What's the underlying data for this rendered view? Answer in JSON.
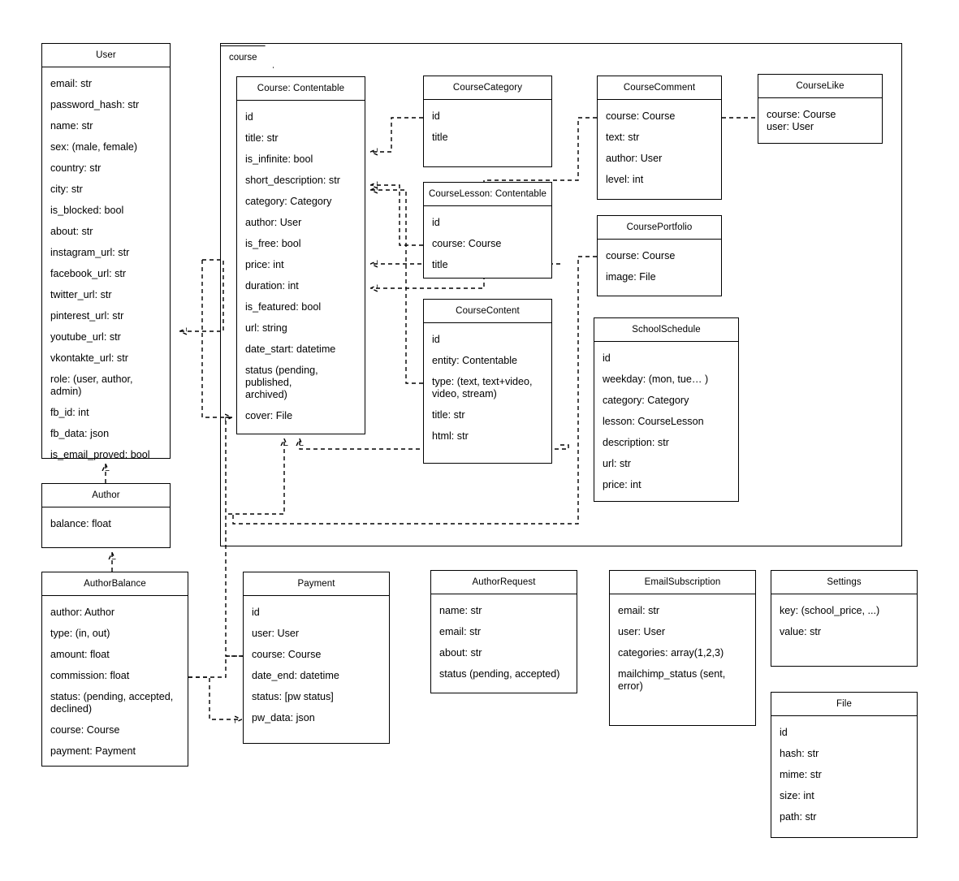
{
  "package": {
    "label": "course"
  },
  "classes": [
    {
      "id": "user",
      "title": "User",
      "attributes": [
        "email: str",
        "password_hash: str",
        "name: str",
        "sex: (male, female)",
        "country: str",
        "city: str",
        "is_blocked: bool",
        "about: str",
        "instagram_url: str",
        "facebook_url: str",
        "twitter_url: str",
        "pinterest_url: str",
        "youtube_url: str",
        "vkontakte_url: str",
        "role: (user, author, admin)",
        "fb_id: int",
        "fb_data: json",
        "is_email_proved: bool"
      ]
    },
    {
      "id": "author",
      "title": "Author",
      "attributes": [
        "balance: float"
      ]
    },
    {
      "id": "authorbalance",
      "title": "AuthorBalance",
      "attributes": [
        "author: Author",
        "type: (in, out)",
        "amount: float",
        "commission: float",
        "status: (pending, accepted,\ndeclined)",
        "course: Course",
        "payment: Payment"
      ]
    },
    {
      "id": "course",
      "title": "Course: Contentable",
      "attributes": [
        "id",
        "title: str",
        "is_infinite: bool",
        "short_description: str",
        "category: Category",
        "author: User",
        "is_free: bool",
        "price: int",
        "duration: int",
        "is_featured: bool",
        "url: string",
        "date_start: datetime",
        "status (pending, published,\narchived)",
        "cover: File"
      ]
    },
    {
      "id": "coursecategory",
      "title": "CourseCategory",
      "attributes": [
        "id",
        "title"
      ]
    },
    {
      "id": "courselesson",
      "title": "CourseLesson: Contentable",
      "attributes": [
        "id",
        "course: Course",
        "title"
      ]
    },
    {
      "id": "coursecontent",
      "title": "CourseContent",
      "attributes": [
        "id",
        "entity: Contentable",
        "type: (text, text+video,\nvideo, stream)",
        "title: str",
        "html: str"
      ]
    },
    {
      "id": "coursecomment",
      "title": "CourseComment",
      "attributes": [
        "course: Course",
        "text: str",
        "author: User",
        "level: int"
      ]
    },
    {
      "id": "courselike",
      "title": "CourseLike",
      "attributes": [
        "course: Course\nuser: User"
      ]
    },
    {
      "id": "courseportfolio",
      "title": "CoursePortfolio",
      "attributes": [
        "course: Course",
        "image: File"
      ]
    },
    {
      "id": "schoolschedule",
      "title": "SchoolSchedule",
      "attributes": [
        "id",
        "weekday: (mon, tue… )",
        "category: Category",
        "lesson: CourseLesson",
        "description: str",
        "url: str",
        "price: int"
      ]
    },
    {
      "id": "payment",
      "title": "Payment",
      "attributes": [
        "id",
        "user: User",
        "course: Course",
        "date_end: datetime",
        "status: [pw status]",
        "pw_data: json"
      ]
    },
    {
      "id": "authorrequest",
      "title": "AuthorRequest",
      "attributes": [
        "name: str",
        "email: str",
        "about: str",
        "status (pending, accepted)"
      ]
    },
    {
      "id": "emailsubscription",
      "title": "EmailSubscription",
      "attributes": [
        "email: str",
        "user: User",
        "categories: array(1,2,3)",
        "mailchimp_status (sent, error)"
      ]
    },
    {
      "id": "settings",
      "title": "Settings",
      "attributes": [
        "key: (school_price, ...)",
        "value: str"
      ]
    },
    {
      "id": "file",
      "title": "File",
      "attributes": [
        "id",
        "hash: str",
        "mime: str",
        "size: int",
        "path: str"
      ]
    }
  ],
  "colors": {
    "stroke": "#000000",
    "background": "#ffffff"
  }
}
